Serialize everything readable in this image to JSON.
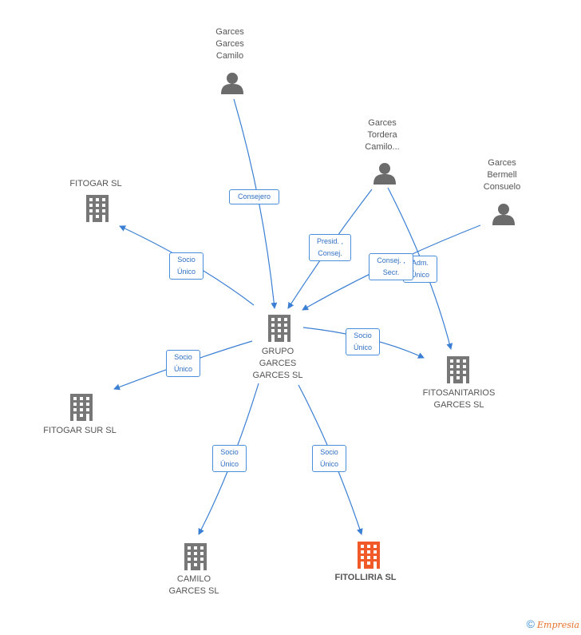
{
  "nodes": {
    "garces_camilo": {
      "label": "Garces\nGarces\nCamilo",
      "icon": "person-icon"
    },
    "garces_tordera": {
      "label": "Garces\nTordera\nCamilo...",
      "icon": "person-icon"
    },
    "garces_bermell": {
      "label": "Garces\nBermell\nConsuelo",
      "icon": "person-icon"
    },
    "fitogar": {
      "label": "FITOGAR SL",
      "icon": "building-icon"
    },
    "grupo": {
      "label": "GRUPO\nGARCES\nGARCES  SL",
      "icon": "building-icon"
    },
    "fitosanitarios": {
      "label": "FITOSANITARIOS\nGARCES SL",
      "icon": "building-icon"
    },
    "fitogar_sur": {
      "label": "FITOGAR SUR SL",
      "icon": "building-icon"
    },
    "camilo_garces": {
      "label": "CAMILO\nGARCES SL",
      "icon": "building-icon"
    },
    "fitolliria": {
      "label": "FITOLLIRIA SL",
      "icon": "building-icon"
    }
  },
  "edges": {
    "consejero": "Consejero",
    "presid": "Presid. ,\nConsej.",
    "adm": "Adm.\nÚnico",
    "consej_secr": "Consej. ,\nSecr.",
    "socio_fitogar": "Socio\nÚnico",
    "socio_fitosan": "Socio\nÚnico",
    "socio_fitogar_sur": "Socio\nÚnico",
    "socio_camilo": "Socio\nÚnico",
    "socio_fitolliria": "Socio\nÚnico"
  },
  "colors": {
    "edge": "#3b7fd4",
    "building": "#777777",
    "focus": "#f05a28",
    "person": "#6b6b6b"
  },
  "footer": {
    "copyright": "©",
    "brand": "Empresia"
  }
}
